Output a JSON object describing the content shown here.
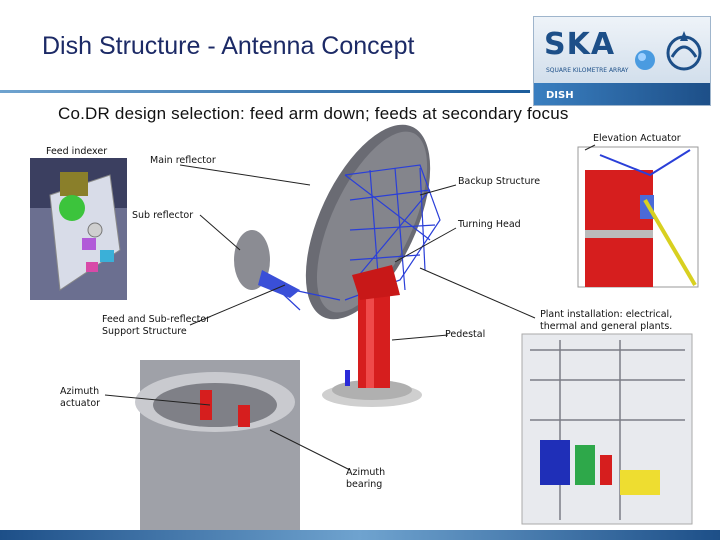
{
  "slide": {
    "title": "Dish Structure - Antenna Concept",
    "subtitle": "Co.DR design selection: feed arm down; feeds at secondary focus"
  },
  "logo": {
    "brand": "SKA",
    "tagline": "SQUARE KILOMETRE ARRAY",
    "section": "DISH"
  },
  "labels": {
    "elevation_actuator": "Elevation Actuator",
    "feed_indexer": "Feed indexer",
    "main_reflector": "Main reflector",
    "backup_structure": "Backup Structure",
    "sub_reflector": "Sub reflector",
    "turning_head": "Turning Head",
    "feed_support_line1": "Feed and Sub-reflector",
    "feed_support_line2": "Support Structure",
    "pedestal": "Pedestal",
    "plant_line1": "Plant installation: electrical,",
    "plant_line2": "thermal and general plants.",
    "azimuth_actuator_line1": "Azimuth",
    "azimuth_actuator_line2": "actuator",
    "azimuth_bearing_line1": "Azimuth",
    "azimuth_bearing_line2": "bearing"
  }
}
